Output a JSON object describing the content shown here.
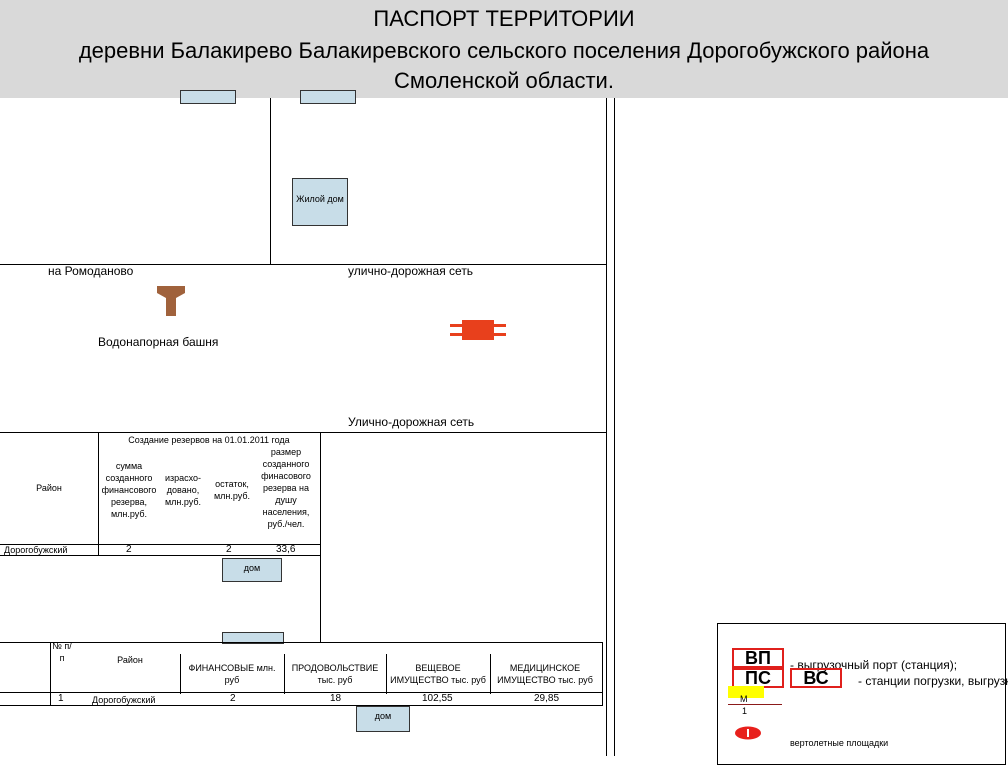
{
  "header": {
    "line1": "ПАСПОРТ ТЕРРИТОРИИ",
    "line2": "деревни Балакирево Балакиревского сельского поселения  Дорогобужского района",
    "line3": "Смоленской области."
  },
  "map": {
    "building_house_label": "Жилой дом",
    "road_left_label": "на Ромоданово",
    "road_right_label": "улично-дорожная сеть",
    "water_tower_label": "Водонапорная башня",
    "road_bottom_label": "Улично-дорожная сеть",
    "house_label_1": "дом",
    "house_label_2": "дом",
    "colors": {
      "tower": "#a0623c",
      "pipe": "#e8401c",
      "building": "#c8dde8"
    }
  },
  "reserve_table": {
    "title": "Создание резервов на 01.01.2011 года",
    "col_region": "Район",
    "col_sum": "сумма созданного финансового резерва, млн.руб.",
    "col_spent": "израсхо-довано, млн.руб.",
    "col_rest": "остаток, млн.руб.",
    "col_size": "размер созданного финасового резерва на душу населения, руб./чел.",
    "row": {
      "region": "Дорогобужский",
      "sum": "2",
      "rest": "2",
      "size": "33,6"
    }
  },
  "resources_table": {
    "col_no": "№ п/п",
    "col_region": "Район",
    "col_fin": "ФИНАНСОВЫЕ млн. руб",
    "col_food": "ПРОДОВОЛЬСТВИЕ тыс. руб",
    "col_property": "ВЕЩЕВОЕ ИМУЩЕСТВО тыс. руб",
    "col_medical": "МЕДИЦИНСКОЕ ИМУЩЕСТВО тыс. руб",
    "row": {
      "no": "1",
      "region": "Дорогобужский",
      "fin": "2",
      "food": "18",
      "property": "102,55",
      "medical": "29,85"
    }
  },
  "legend": {
    "vp": "ВП",
    "vp_text": "- выгрузочный порт (станция);",
    "ps": "ПС",
    "vs": "ВС",
    "ps_text": "- станции погрузки, выгрузки;",
    "m": "М",
    "one": "1",
    "heli_text": "вертолетные площадки"
  }
}
